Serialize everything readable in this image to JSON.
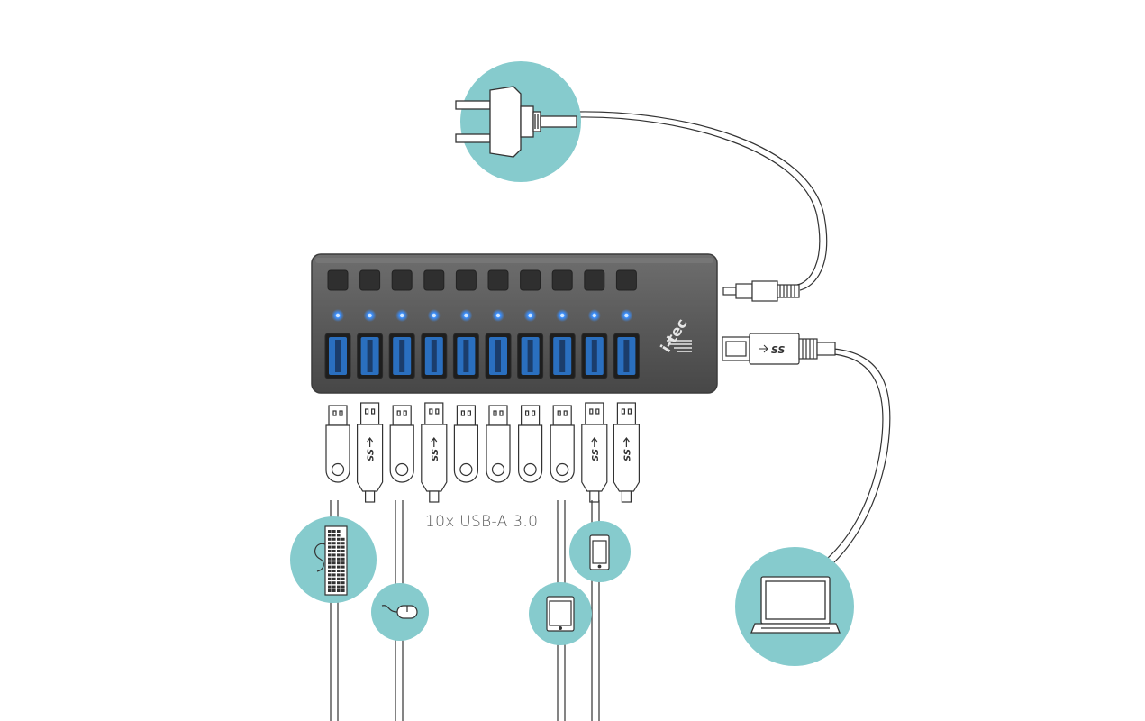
{
  "colors": {
    "circle": "#86cbcd",
    "hub_body": "#5e5e5e",
    "hub_dark": "#3f3f3f",
    "button": "#2f2f2f",
    "led": "#3a8fff",
    "port_blue": "#2a6fbf",
    "line": "#333333",
    "icon_line": "#333333"
  },
  "hub": {
    "brand": "i-tec",
    "usb_badge": "SS",
    "port_count": 10
  },
  "labels": {
    "ports": "10x USB-A 3.0"
  },
  "devices": [
    {
      "name": "power-plug",
      "icon": "power-plug-icon"
    },
    {
      "name": "keyboard",
      "icon": "keyboard-icon"
    },
    {
      "name": "mouse",
      "icon": "mouse-icon"
    },
    {
      "name": "tablet",
      "icon": "tablet-icon"
    },
    {
      "name": "smartphone",
      "icon": "smartphone-icon"
    },
    {
      "name": "laptop",
      "icon": "laptop-icon"
    }
  ],
  "usb_sticks": {
    "connected_ports": [
      1,
      3,
      8,
      9
    ],
    "connector_badge": "SS"
  }
}
